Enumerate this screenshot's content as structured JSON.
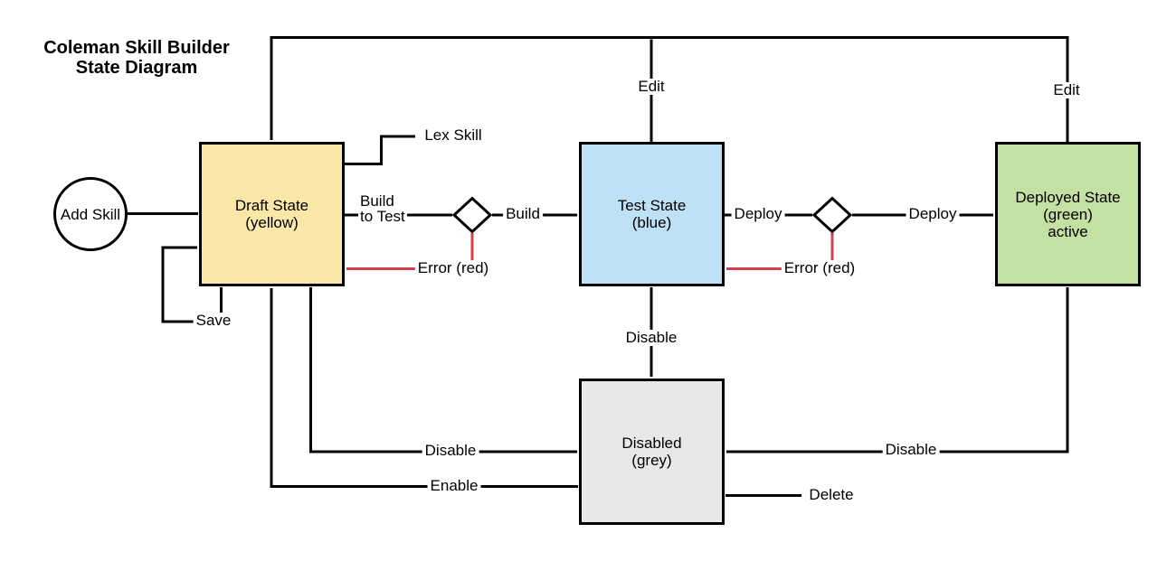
{
  "title": {
    "lines": [
      "Coleman Skill Builder",
      "State Diagram"
    ]
  },
  "colors": {
    "yellow": "#FBE8A9",
    "blue": "#BEE1F5",
    "green": "#C3E1A3",
    "grey": "#E8E8E8",
    "red": "#D2404F",
    "line": "#000000"
  },
  "nodes": {
    "add_skill": {
      "label": "Add Skill"
    },
    "draft": {
      "lines": [
        "Draft State",
        "(yellow)"
      ]
    },
    "test": {
      "lines": [
        "Test State",
        "(blue)"
      ]
    },
    "deployed": {
      "lines": [
        "Deployed State",
        "(green)",
        "active"
      ]
    },
    "disabled": {
      "lines": [
        "Disabled",
        "(grey)"
      ]
    }
  },
  "edges": {
    "edit": "Edit",
    "lex_skill": "Lex Skill",
    "build_multiline": [
      "Build",
      "to Test"
    ],
    "build": "Build",
    "deploy": "Deploy",
    "error": "Error (red)",
    "save": "Save",
    "disable": "Disable",
    "enable": "Enable",
    "delete": "Delete"
  }
}
